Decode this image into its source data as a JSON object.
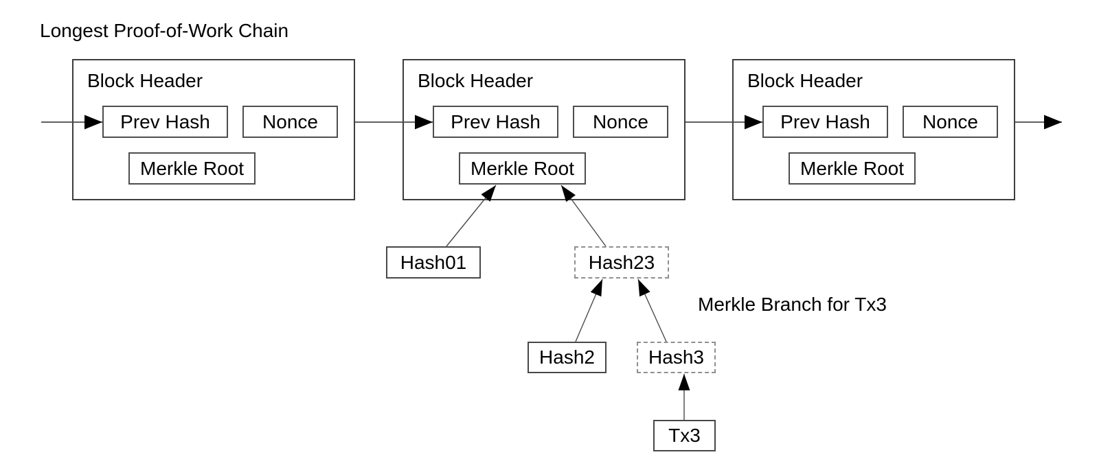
{
  "title": "Longest Proof-of-Work Chain",
  "blocks": [
    {
      "header_label": "Block Header",
      "prev_hash_label": "Prev Hash",
      "nonce_label": "Nonce",
      "merkle_root_label": "Merkle Root"
    },
    {
      "header_label": "Block Header",
      "prev_hash_label": "Prev Hash",
      "nonce_label": "Nonce",
      "merkle_root_label": "Merkle Root"
    },
    {
      "header_label": "Block Header",
      "prev_hash_label": "Prev Hash",
      "nonce_label": "Nonce",
      "merkle_root_label": "Merkle Root"
    }
  ],
  "merkle_tree": {
    "branch_label": "Merkle Branch for Tx3",
    "hash01_label": "Hash01",
    "hash23_label": "Hash23",
    "hash2_label": "Hash2",
    "hash3_label": "Hash3",
    "tx3_label": "Tx3"
  },
  "colors": {
    "background": "#ffffff",
    "text": "#000000",
    "block_border": "#3d3d3d",
    "inner_box_border": "#4d4d4d",
    "dashed_box_border": "#8f8f8f",
    "connector_line": "#4a4a4a",
    "arrowhead": "#000000"
  }
}
